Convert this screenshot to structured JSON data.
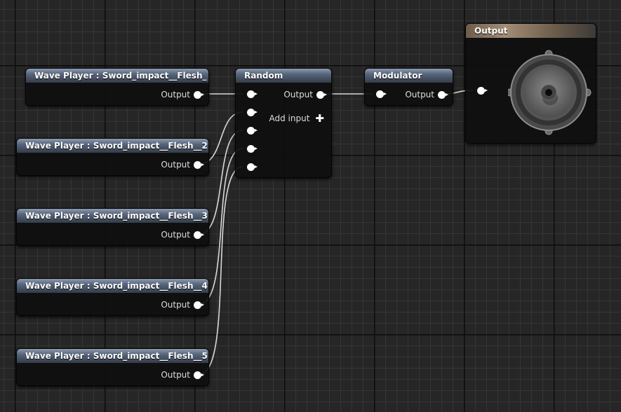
{
  "wave_players": [
    {
      "title": "Wave Player : Sword_impact__Flesh_",
      "output": "Output"
    },
    {
      "title": "Wave Player : Sword_impact__Flesh__2",
      "output": "Output"
    },
    {
      "title": "Wave Player : Sword_impact__Flesh__3",
      "output": "Output"
    },
    {
      "title": "Wave Player : Sword_impact__Flesh__4",
      "output": "Output"
    },
    {
      "title": "Wave Player : Sword_impact__Flesh__5",
      "output": "Output"
    }
  ],
  "random": {
    "title": "Random",
    "output": "Output",
    "add_input": "Add input"
  },
  "modulator": {
    "title": "Modulator",
    "output": "Output"
  },
  "output_node": {
    "title": "Output",
    "icon": "speaker-icon"
  }
}
